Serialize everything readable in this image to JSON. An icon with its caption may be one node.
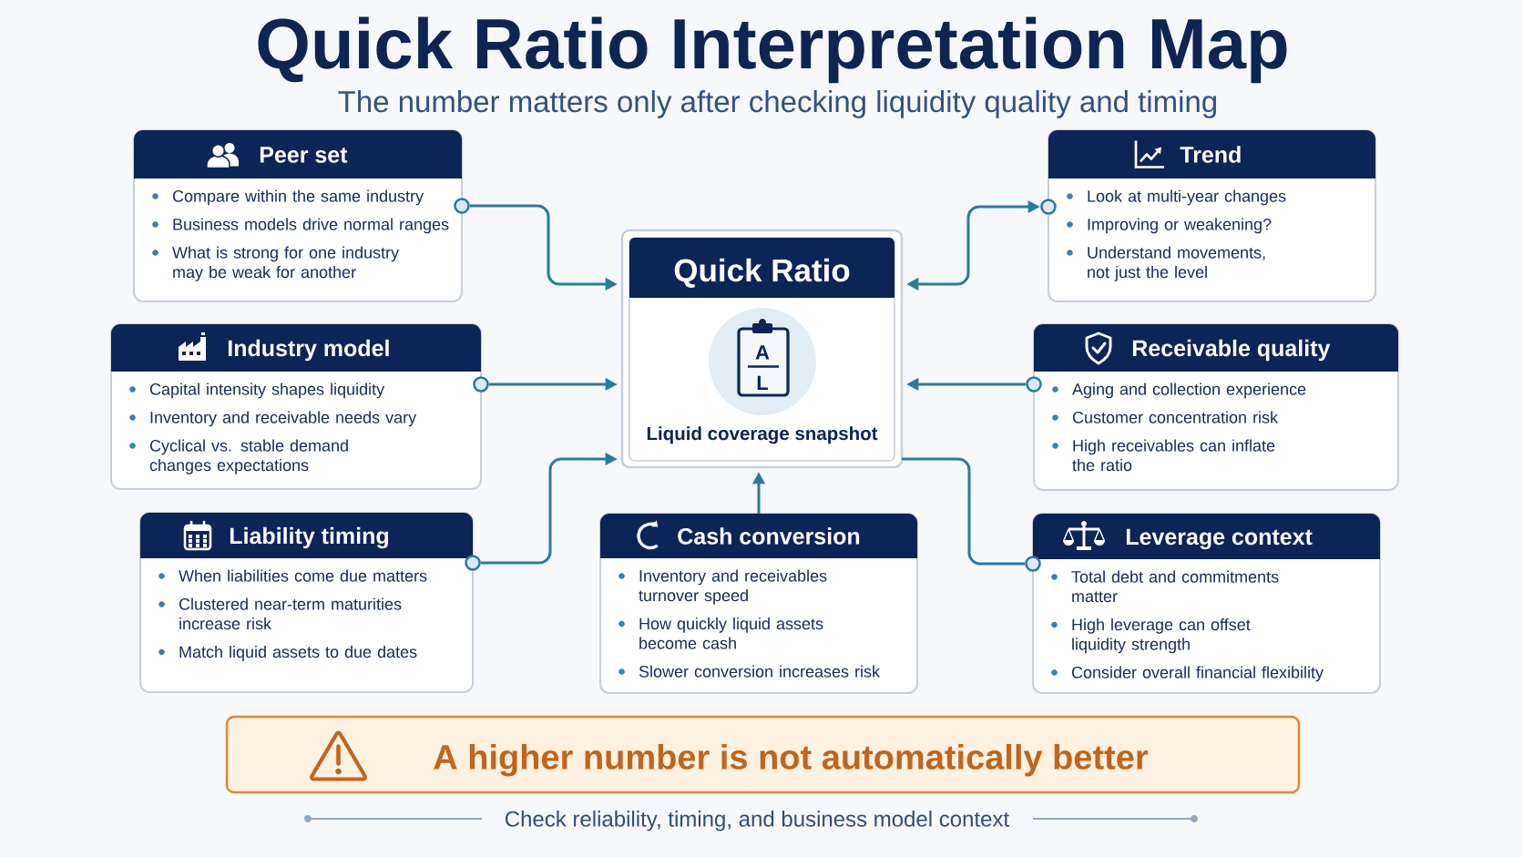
{
  "diagram": {
    "title": "Quick Ratio Interpretation Map",
    "caption": "Check reliability, timing, and business model context",
    "nodes": [
      {
        "text": [
          "Peer set",
          "Compare within the same industry",
          "Business models drive normal ranges",
          "What is strong for one industry may be weak for another"
        ]
      },
      {
        "text": [
          "Quick Ratio",
          "A",
          "L",
          "Liquid coverage snapshot"
        ]
      },
      {
        "text": [
          "Trend",
          "Look at multi-year changes",
          "Improving or weakening?",
          "Understand movements, not just the level"
        ]
      },
      {
        "text": [
          "Industry model",
          "Capital intensity shapes liquidity",
          "Inventory and receivable needs vary",
          "Cyclical vs. stable demand changes expectations"
        ]
      },
      {
        "text": [
          "Receivable quality",
          "Aging and collection experience",
          "Customer concentration risk",
          "High receivables can inflate the ratio"
        ]
      },
      {
        "text": [
          "Liability timing",
          "When liabilities come due matters",
          "Clustered near-term maturities increase risk",
          "Match liquid assets to due dates"
        ]
      },
      {
        "text": [
          "Cash conversion",
          "Inventory and receivables turnover speed",
          "How quickly liquid assets become cash",
          "Slower conversion increases risk"
        ]
      },
      {
        "text": [
          "Leverage context",
          "Total debt and commitments matter",
          "High leverage can offset liquidity strength",
          "Consider overall financial flexibility"
        ]
      },
      {
        "text": [
          "A higher number is not automatically better"
        ]
      }
    ],
    "edges": [
      {
        "from": 0,
        "to": 1,
        "arrow": "to"
      },
      {
        "from": 2,
        "to": 1,
        "arrow": "both"
      },
      {
        "from": 3,
        "to": 1,
        "arrow": "to"
      },
      {
        "from": 4,
        "to": 1,
        "arrow": "to"
      },
      {
        "from": 5,
        "to": 1,
        "arrow": "to"
      },
      {
        "from": 6,
        "to": 1,
        "arrow": "to"
      },
      {
        "from": 7,
        "to": 1,
        "arrow": "other"
      }
    ],
    "labels": [
      "The number matters only after checking liquidity quality and timing"
    ]
  }
}
